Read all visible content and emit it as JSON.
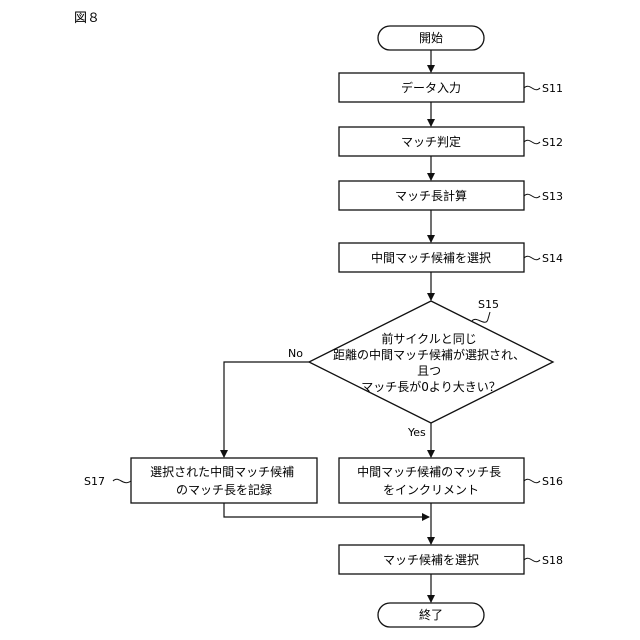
{
  "figure_label": "図８",
  "start": "開始",
  "end": "終了",
  "steps": {
    "s11": {
      "text": "データ入力",
      "label": "S11"
    },
    "s12": {
      "text": "マッチ判定",
      "label": "S12"
    },
    "s13": {
      "text": "マッチ長計算",
      "label": "S13"
    },
    "s14": {
      "text": "中間マッチ候補を選択",
      "label": "S14"
    },
    "s15": {
      "lines": [
        "前サイクルと同じ",
        "距離の中間マッチ候補が選択され、",
        "且つ",
        "マッチ長が0より大きい？"
      ],
      "label": "S15"
    },
    "s16": {
      "lines": [
        "中間マッチ候補のマッチ長",
        "をインクリメント"
      ],
      "label": "S16"
    },
    "s17": {
      "lines": [
        "選択された中間マッチ候補",
        "のマッチ長を記録"
      ],
      "label": "S17"
    },
    "s18": {
      "text": "マッチ候補を選択",
      "label": "S18"
    }
  },
  "branches": {
    "no": "No",
    "yes": "Yes"
  }
}
